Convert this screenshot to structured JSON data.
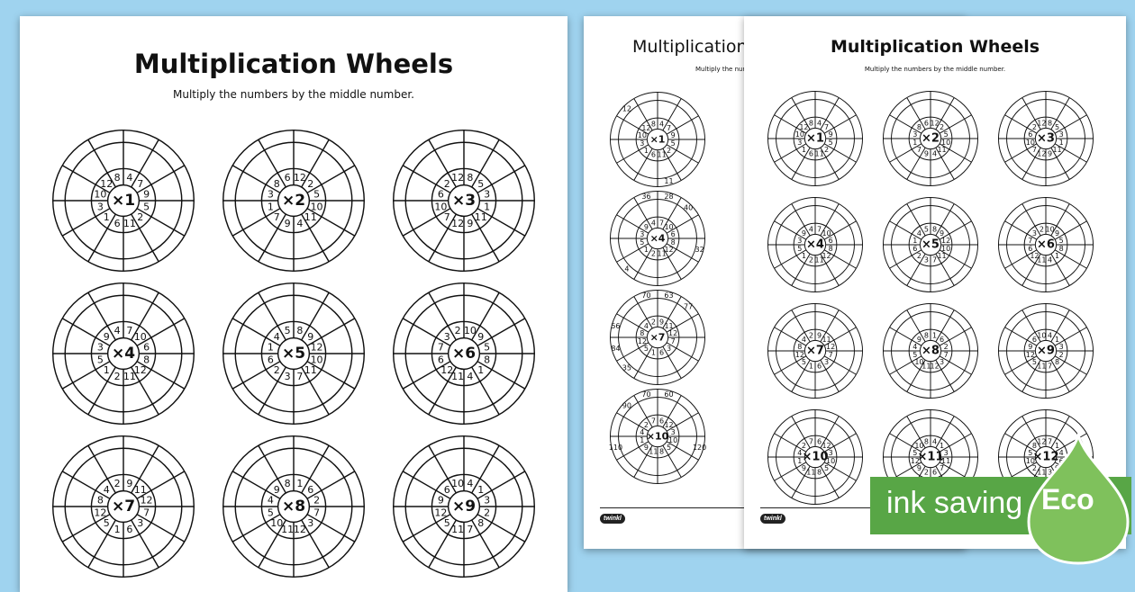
{
  "worksheet": {
    "title": "Multiplication Wheels",
    "subtitle": "Multiply the numbers by the middle number."
  },
  "back_sheet": {
    "title": "Multiplication Wheels",
    "subtitle": "Multiply the numbers by the middle"
  },
  "wheels_large": [
    {
      "label": "×1",
      "inner": [
        "4",
        "7",
        "9",
        "5",
        "2",
        "11",
        "6",
        "1",
        "3",
        "10",
        "12",
        "8"
      ]
    },
    {
      "label": "×2",
      "inner": [
        "12",
        "2",
        "5",
        "10",
        "11",
        "4",
        "9",
        "7",
        "1",
        "3",
        "8",
        "6"
      ]
    },
    {
      "label": "×3",
      "inner": [
        "8",
        "5",
        "3",
        "1",
        "11",
        "9",
        "12",
        "7",
        "10",
        "6",
        "2",
        "12"
      ]
    },
    {
      "label": "×4",
      "inner": [
        "7",
        "10",
        "6",
        "8",
        "12",
        "11",
        "2",
        "1",
        "5",
        "3",
        "9",
        "4"
      ]
    },
    {
      "label": "×5",
      "inner": [
        "8",
        "9",
        "12",
        "10",
        "11",
        "7",
        "3",
        "2",
        "6",
        "1",
        "4",
        "5"
      ]
    },
    {
      "label": "×6",
      "inner": [
        "10",
        "9",
        "5",
        "8",
        "1",
        "4",
        "11",
        "12",
        "6",
        "7",
        "3",
        "2"
      ]
    },
    {
      "label": "×7",
      "inner": [
        "9",
        "11",
        "12",
        "7",
        "3",
        "6",
        "1",
        "5",
        "12",
        "8",
        "4",
        "2"
      ]
    },
    {
      "label": "×8",
      "inner": [
        "1",
        "6",
        "2",
        "7",
        "3",
        "12",
        "11",
        "10",
        "5",
        "4",
        "9",
        "8"
      ]
    },
    {
      "label": "×9",
      "inner": [
        "4",
        "1",
        "3",
        "2",
        "8",
        "7",
        "11",
        "5",
        "12",
        "9",
        "6",
        "10"
      ]
    }
  ],
  "wheels_back": [
    {
      "label": "×1",
      "inner": [
        "4",
        "7",
        "9",
        "5",
        "2",
        "11",
        "6",
        "1",
        "3",
        "10",
        "12",
        "8"
      ],
      "outer": [
        "",
        "",
        "",
        "",
        "",
        "11",
        "",
        "",
        "",
        "",
        "12",
        ""
      ]
    },
    {
      "label": "×4",
      "inner": [
        "7",
        "10",
        "6",
        "8",
        "12",
        "11",
        "2",
        "1",
        "5",
        "3",
        "9",
        "4"
      ],
      "outer": [
        "28",
        "40",
        "",
        "32",
        "",
        "",
        "",
        "4",
        "",
        "",
        "",
        "36"
      ]
    },
    {
      "label": "×7",
      "inner": [
        "9",
        "11",
        "12",
        "7",
        "3",
        "6",
        "1",
        "5",
        "12",
        "8",
        "4",
        "2"
      ],
      "outer": [
        "63",
        "77",
        "",
        "",
        "",
        "",
        "",
        "35",
        "84",
        "56",
        "",
        "70"
      ]
    },
    {
      "label": "×10",
      "inner": [
        "6",
        "12",
        "3",
        "10",
        "5",
        "8",
        "11",
        "9",
        "1",
        "4",
        "2",
        "7"
      ],
      "outer": [
        "60",
        "",
        "",
        "120",
        "",
        "",
        "",
        "",
        "110",
        "",
        "90",
        "70"
      ]
    }
  ],
  "wheels_front": [
    {
      "label": "×1",
      "inner": [
        "4",
        "7",
        "9",
        "5",
        "2",
        "11",
        "6",
        "1",
        "3",
        "10",
        "12",
        "8"
      ]
    },
    {
      "label": "×2",
      "inner": [
        "12",
        "2",
        "5",
        "10",
        "11",
        "4",
        "9",
        "7",
        "1",
        "3",
        "8",
        "6"
      ]
    },
    {
      "label": "×3",
      "inner": [
        "8",
        "5",
        "3",
        "1",
        "11",
        "9",
        "12",
        "7",
        "10",
        "6",
        "2",
        "12"
      ]
    },
    {
      "label": "×4",
      "inner": [
        "7",
        "10",
        "6",
        "8",
        "12",
        "11",
        "2",
        "1",
        "5",
        "3",
        "9",
        "4"
      ]
    },
    {
      "label": "×5",
      "inner": [
        "8",
        "9",
        "12",
        "10",
        "11",
        "7",
        "3",
        "2",
        "6",
        "1",
        "4",
        "5"
      ]
    },
    {
      "label": "×6",
      "inner": [
        "10",
        "9",
        "5",
        "8",
        "1",
        "4",
        "11",
        "12",
        "6",
        "7",
        "3",
        "2"
      ]
    },
    {
      "label": "×7",
      "inner": [
        "9",
        "11",
        "12",
        "7",
        "3",
        "6",
        "1",
        "5",
        "12",
        "8",
        "4",
        "2"
      ]
    },
    {
      "label": "×8",
      "inner": [
        "1",
        "6",
        "2",
        "7",
        "3",
        "12",
        "11",
        "10",
        "5",
        "4",
        "9",
        "8"
      ]
    },
    {
      "label": "×9",
      "inner": [
        "4",
        "1",
        "3",
        "2",
        "8",
        "7",
        "11",
        "5",
        "12",
        "9",
        "6",
        "10"
      ]
    },
    {
      "label": "×10",
      "inner": [
        "6",
        "12",
        "3",
        "10",
        "5",
        "8",
        "11",
        "9",
        "1",
        "4",
        "2",
        "7"
      ]
    },
    {
      "label": "×11",
      "inner": [
        "4",
        "1",
        "3",
        "11",
        "7",
        "6",
        "2",
        "9",
        "12",
        "5",
        "10",
        "8"
      ]
    },
    {
      "label": "×12",
      "inner": [
        "7",
        "1",
        "4",
        "6",
        "9",
        "3",
        "11",
        "2",
        "10",
        "5",
        "8",
        "12"
      ]
    }
  ],
  "footer": {
    "brand": "twinkl"
  },
  "eco_badge": {
    "label": "ink saving",
    "badge": "Eco",
    "banner_color": "#58a646",
    "leaf_color": "#7fc15c"
  }
}
